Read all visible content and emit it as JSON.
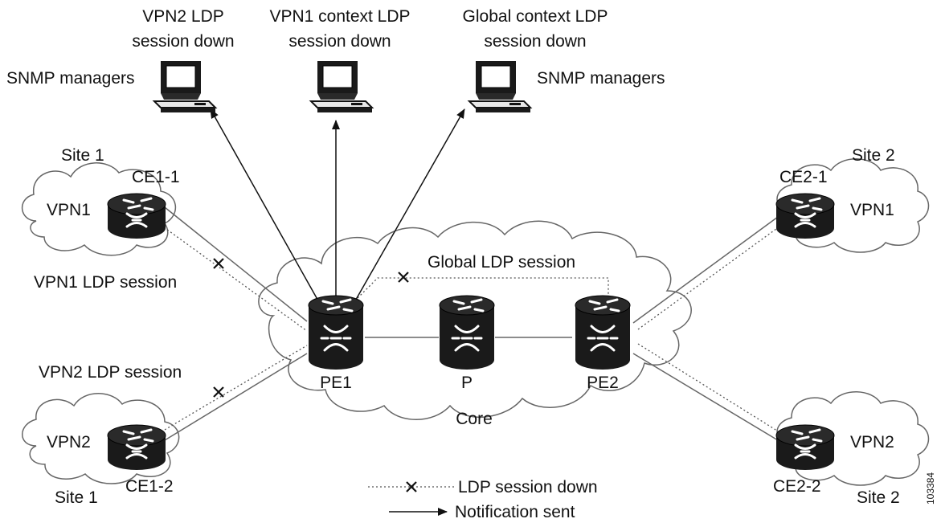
{
  "managers": {
    "vpn2": {
      "line1": "VPN2 LDP",
      "line2": "session down"
    },
    "vpn1": {
      "line1": "VPN1 context LDP",
      "line2": "session down"
    },
    "global": {
      "line1": "Global context LDP",
      "line2": "session down"
    },
    "left_label": "SNMP managers",
    "right_label": "SNMP managers"
  },
  "sites": {
    "top_left": "Site 1",
    "bottom_left": "Site 1",
    "top_right": "Site 2",
    "bottom_right": "Site 2"
  },
  "routers": {
    "ce1_1": "CE1-1",
    "ce1_2": "CE1-2",
    "ce2_1": "CE2-1",
    "ce2_2": "CE2-2",
    "pe1": "PE1",
    "p": "P",
    "pe2": "PE2"
  },
  "vpns": {
    "top_left": "VPN1",
    "bottom_left": "VPN2",
    "top_right": "VPN1",
    "bottom_right": "VPN2"
  },
  "sessions": {
    "vpn1": "VPN1 LDP session",
    "vpn2": "VPN2 LDP session",
    "global": "Global LDP session"
  },
  "core_label": "Core",
  "legend": {
    "down": "LDP session down",
    "notification": "Notification sent"
  },
  "figure_id": "103384",
  "colors": {
    "ink": "#111111",
    "router": "#1a1a1a",
    "cloud_stroke": "#666666"
  }
}
